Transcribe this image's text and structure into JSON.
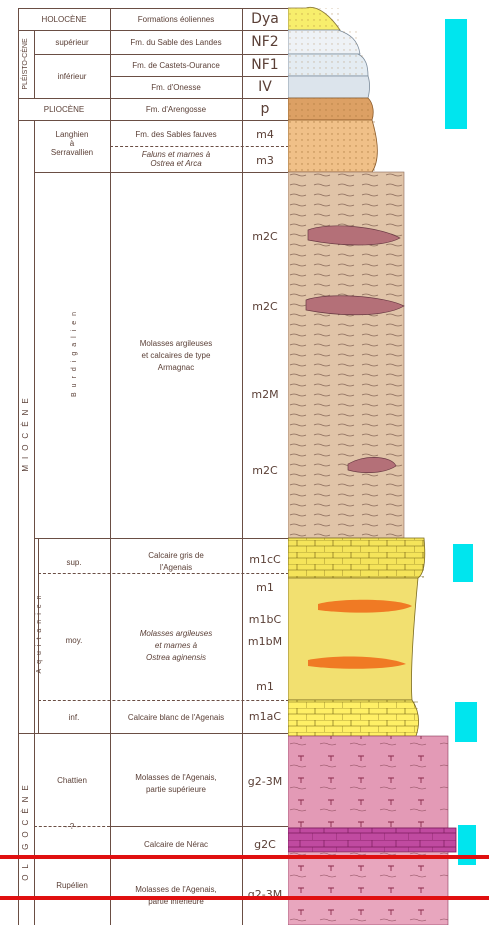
{
  "eras": {
    "holocene": "HOLOCÈNE",
    "pleistocene": "PLÉISTO-CÈNE",
    "pliocene": "PLIOCÈNE",
    "miocene": "MIOCÈNE",
    "oligocene": "OLIGOCÈNE"
  },
  "stages": {
    "superieur": "supérieur",
    "inferieur": "inférieur",
    "langhien": "Langhien\nà\nSerravallien",
    "burdigalien": "Burdigalien",
    "aquitanien": "Aquitanien",
    "sup": "sup.",
    "moy": "moy.",
    "inf": "inf.",
    "chattien": "Chattien",
    "question": "- ? -",
    "rupelien": "Rupélien"
  },
  "formations": [
    {
      "name": "Formations éoliennes",
      "code": "Dya"
    },
    {
      "name": "Fm. du Sable des Landes",
      "code": "NF2"
    },
    {
      "name": "Fm. de Castets-Ourance",
      "code": "NF1"
    },
    {
      "name": "Fm. d'Onesse",
      "code": "IV"
    },
    {
      "name": "Fm. d'Arengosse",
      "code": "p"
    },
    {
      "name": "Fm. des Sables fauves",
      "code": "m4"
    },
    {
      "name": "Faluns et marnes à\nOstrea et Arca",
      "code": "m3"
    },
    {
      "name": "Molasses argileuses\net calcaires de type\nArmagnac",
      "codes": [
        "m2C",
        "m2C",
        "m2M",
        "m2C"
      ]
    },
    {
      "name": "Calcaire gris de\nl'Agenais",
      "code": "m1cC"
    },
    {
      "name": "Molasses argileuses\net marnes à\nOstrea aginensis",
      "codes": [
        "m1",
        "m1bC",
        "m1bM",
        "m1"
      ]
    },
    {
      "name": "Calcaire blanc de l'Agenais",
      "code": "m1aC"
    },
    {
      "name": "Molasses de l'Agenais,\npartie supérieure",
      "code": "g2-3M"
    },
    {
      "name": "Calcaire de Nérac",
      "code": "g2C"
    },
    {
      "name": "Molasses de l'Agenais,\npartie inférieure",
      "code": "g2-3M"
    }
  ],
  "highlight_color": "#00e5ee",
  "marker_color": "#e01010"
}
